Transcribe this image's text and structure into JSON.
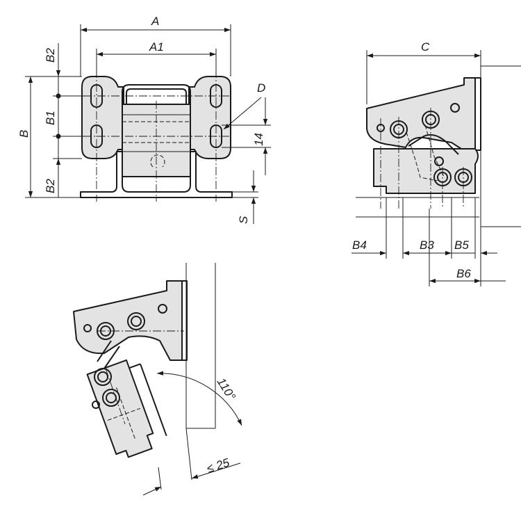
{
  "views": {
    "front": {
      "dim_A": "A",
      "dim_A1": "A1",
      "dim_B": "B",
      "dim_B1": "B1",
      "dim_B2_top": "B2",
      "dim_B2_bottom": "B2",
      "dim_D": "D",
      "dim_14": "14",
      "dim_S": "S"
    },
    "side": {
      "dim_C": "C",
      "dim_B3": "B3",
      "dim_B4": "B4",
      "dim_B5": "B5",
      "dim_B6": "B6"
    },
    "open": {
      "angle": "110°",
      "gap": "≤ 25"
    }
  }
}
